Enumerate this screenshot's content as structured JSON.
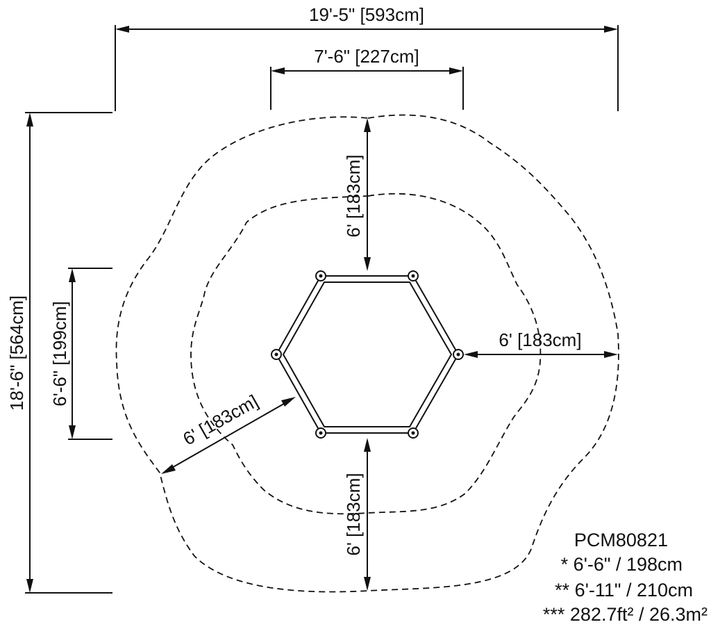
{
  "dimensions": {
    "overall_width": "19'-5\" [593cm]",
    "inner_width": "7'-6\" [227cm]",
    "overall_height": "18'-6\" [564cm]",
    "inner_height": "6'-6\" [199cm]",
    "clearance_top": "6' [183cm]",
    "clearance_right": "6' [183cm]",
    "clearance_left": "6' [183cm]",
    "clearance_bottom": "6' [183cm]"
  },
  "notes": {
    "model": "PCM80821",
    "height_1": "* 6'-6\" / 198cm",
    "height_2": "** 6'-11\" / 210cm",
    "area": "*** 282.7ft² / 26.3m²"
  }
}
